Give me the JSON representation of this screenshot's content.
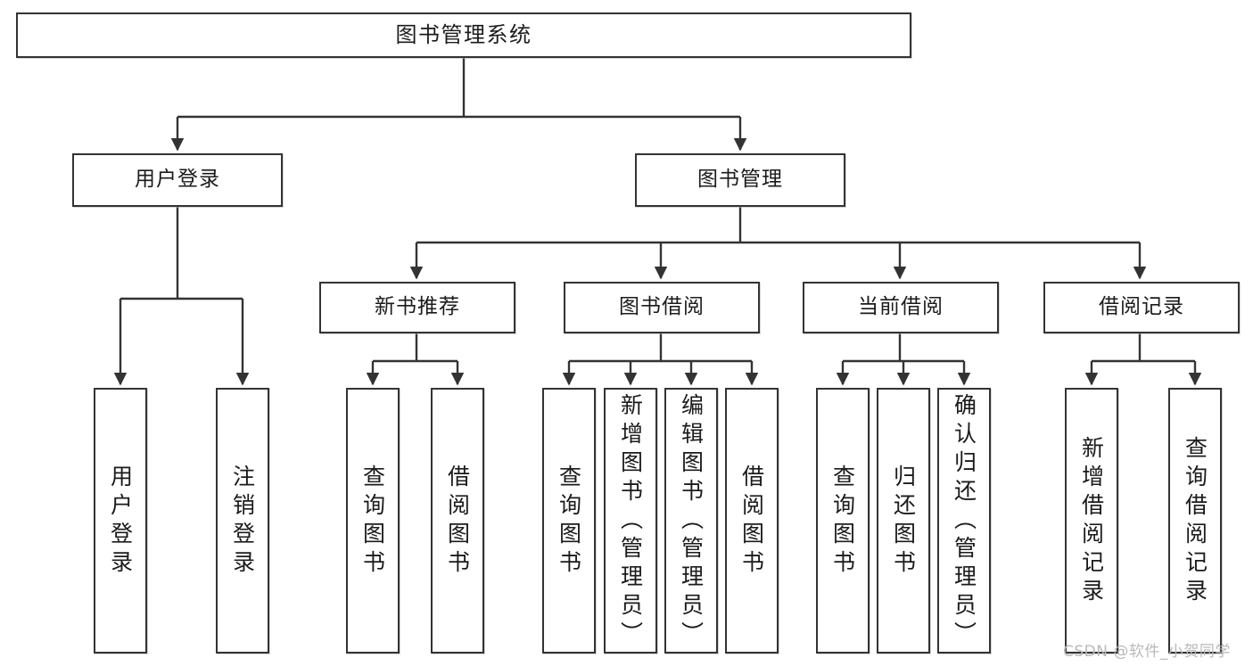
{
  "diagram": {
    "title": "图书管理系统",
    "type": "hierarchy-tree",
    "root": {
      "label": "图书管理系统"
    },
    "level2": [
      {
        "label": "用户登录"
      },
      {
        "label": "图书管理"
      }
    ],
    "level3": [
      {
        "label": "新书推荐"
      },
      {
        "label": "图书借阅"
      },
      {
        "label": "当前借阅"
      },
      {
        "label": "借阅记录"
      }
    ],
    "leaves": {
      "user_login": [
        {
          "label": "用户登录"
        },
        {
          "label": "注销登录"
        }
      ],
      "new_book_recommend": [
        {
          "label": "查询图书"
        },
        {
          "label": "借阅图书"
        }
      ],
      "book_borrow": [
        {
          "label": "查询图书"
        },
        {
          "label": "新增图书（管理员）"
        },
        {
          "label": "编辑图书（管理员）"
        },
        {
          "label": "借阅图书"
        }
      ],
      "current_borrow": [
        {
          "label": "查询图书"
        },
        {
          "label": "归还图书"
        },
        {
          "label": "确认归还（管理员）"
        }
      ],
      "borrow_record": [
        {
          "label": "新增借阅记录"
        },
        {
          "label": "查询借阅记录"
        }
      ]
    },
    "colors": {
      "border": "#333333",
      "node_fill": "#ffffff",
      "text": "#1b1b1b",
      "edge": "#333333",
      "watermark": "#b9b9b9",
      "background": "#ffffff"
    }
  },
  "watermark": {
    "text": "CSDN @软件_小贺同学"
  }
}
